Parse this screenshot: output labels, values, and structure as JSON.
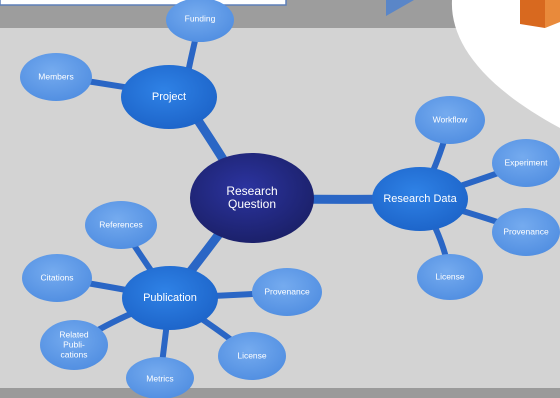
{
  "center": {
    "line1": "Research",
    "line2": "Question"
  },
  "hubs": {
    "project": "Project",
    "research_data": "Research Data",
    "publication": "Publication"
  },
  "leaves": {
    "funding": "Funding",
    "members": "Members",
    "workflow": "Workflow",
    "experiment": "Experiment",
    "provenance_data": "Provenance",
    "license_data": "License",
    "references": "References",
    "citations": "Citations",
    "related_1": "Related",
    "related_2": "Publi-",
    "related_3": "cations",
    "metrics": "Metrics",
    "license_pub": "License",
    "provenance_pub": "Provenance"
  },
  "colors": {
    "background": "#d3d3d3",
    "top_band": "#9d9d9d",
    "bottom_band": "#9a9a9a",
    "center_node": "#212878",
    "hub_node": "#2270d8",
    "leaf_node": "#5b98e6",
    "connector": "#2a66c5",
    "accent_cube": "#d8691f"
  }
}
